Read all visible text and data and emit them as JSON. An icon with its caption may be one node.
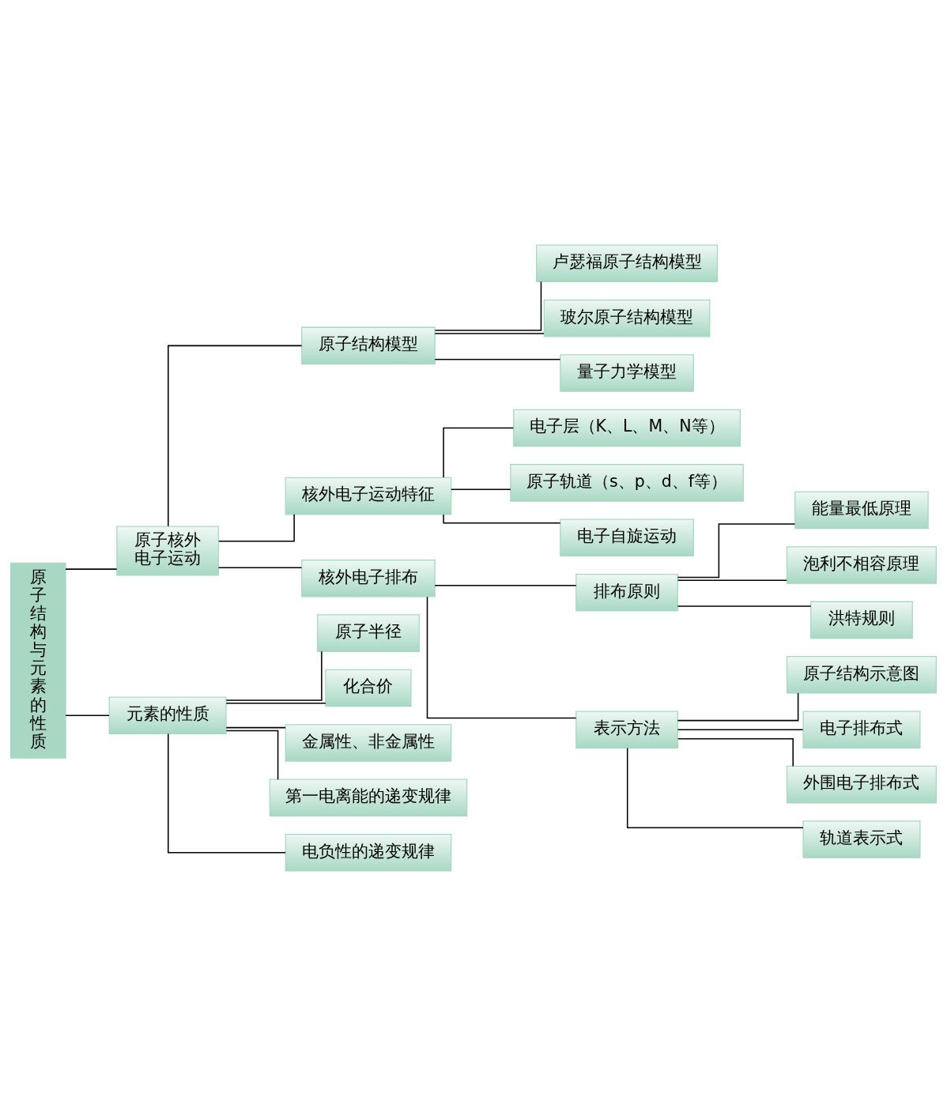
{
  "diagram": {
    "nodes": [
      {
        "text": [
          "原子结构与元素的性质"
        ]
      },
      {
        "text": [
          "原子核外电子运动"
        ]
      },
      {
        "text": [
          "元素的性质"
        ]
      },
      {
        "text": [
          "原子结构模型"
        ]
      },
      {
        "text": [
          "核外电子运动特征"
        ]
      },
      {
        "text": [
          "核外电子排布"
        ]
      },
      {
        "text": [
          "卢瑟福原子结构模型"
        ]
      },
      {
        "text": [
          "玻尔原子结构模型"
        ]
      },
      {
        "text": [
          "量子力学模型"
        ]
      },
      {
        "text": [
          "电子层（K、L、M、N等）"
        ]
      },
      {
        "text": [
          "原子轨道（s、p、d、f等）"
        ]
      },
      {
        "text": [
          "电子自旋运动"
        ]
      },
      {
        "text": [
          "排布原则"
        ]
      },
      {
        "text": [
          "表示方法"
        ]
      },
      {
        "text": [
          "能量最低原理"
        ]
      },
      {
        "text": [
          "泡利不相容原理"
        ]
      },
      {
        "text": [
          "洪特规则"
        ]
      },
      {
        "text": [
          "原子结构示意图"
        ]
      },
      {
        "text": [
          "电子排布式"
        ]
      },
      {
        "text": [
          "外围电子排布式"
        ]
      },
      {
        "text": [
          "轨道表示式"
        ]
      },
      {
        "text": [
          "原子半径"
        ]
      },
      {
        "text": [
          "化合价"
        ]
      },
      {
        "text": [
          "金属性、非金属性"
        ]
      },
      {
        "text": [
          "第一电离能的递变规律"
        ]
      },
      {
        "text": [
          "电负性的递变规律"
        ]
      }
    ],
    "edges": [
      {
        "from": 0,
        "to": 1,
        "arrow": "none"
      },
      {
        "from": 0,
        "to": 2,
        "arrow": "none"
      },
      {
        "from": 1,
        "to": 3,
        "arrow": "none"
      },
      {
        "from": 1,
        "to": 4,
        "arrow": "none"
      },
      {
        "from": 1,
        "to": 5,
        "arrow": "none"
      },
      {
        "from": 3,
        "to": 6,
        "arrow": "none"
      },
      {
        "from": 3,
        "to": 7,
        "arrow": "none"
      },
      {
        "from": 3,
        "to": 8,
        "arrow": "none"
      },
      {
        "from": 4,
        "to": 9,
        "arrow": "none"
      },
      {
        "from": 4,
        "to": 10,
        "arrow": "none"
      },
      {
        "from": 4,
        "to": 11,
        "arrow": "none"
      },
      {
        "from": 5,
        "to": 12,
        "arrow": "none"
      },
      {
        "from": 5,
        "to": 13,
        "arrow": "none"
      },
      {
        "from": 12,
        "to": 14,
        "arrow": "none"
      },
      {
        "from": 12,
        "to": 15,
        "arrow": "none"
      },
      {
        "from": 12,
        "to": 16,
        "arrow": "none"
      },
      {
        "from": 13,
        "to": 17,
        "arrow": "none"
      },
      {
        "from": 13,
        "to": 18,
        "arrow": "none"
      },
      {
        "from": 13,
        "to": 19,
        "arrow": "none"
      },
      {
        "from": 13,
        "to": 20,
        "arrow": "none"
      },
      {
        "from": 2,
        "to": 21,
        "arrow": "none"
      },
      {
        "from": 2,
        "to": 22,
        "arrow": "none"
      },
      {
        "from": 2,
        "to": 23,
        "arrow": "none"
      },
      {
        "from": 2,
        "to": 24,
        "arrow": "none"
      },
      {
        "from": 2,
        "to": 25,
        "arrow": "none"
      }
    ]
  }
}
